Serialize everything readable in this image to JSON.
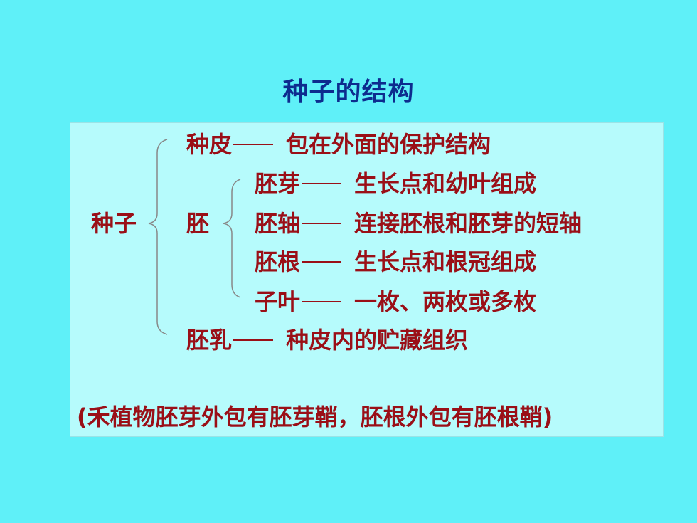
{
  "title": "种子的结构",
  "seed_label": "种子",
  "embryo_label": "胚",
  "rows": [
    {
      "term": "种皮",
      "desc": "包在外面的保护结构"
    },
    {
      "term": "胚芽",
      "desc": "生长点和幼叶组成"
    },
    {
      "term": "胚轴",
      "desc": "连接胚根和胚芽的短轴"
    },
    {
      "term": "胚根",
      "desc": "生长点和根冠组成"
    },
    {
      "term": "子叶",
      "desc": "一枚、两枚或多枚"
    },
    {
      "term": "胚乳",
      "desc": "种皮内的贮藏组织"
    }
  ],
  "note": "(禾植物胚芽外包有胚芽鞘，胚根外包有胚根鞘)",
  "colors": {
    "background": "#5ff0f8",
    "panel": "#b6fbfc",
    "title": "#0d2c8e",
    "text": "#9a0f17"
  }
}
